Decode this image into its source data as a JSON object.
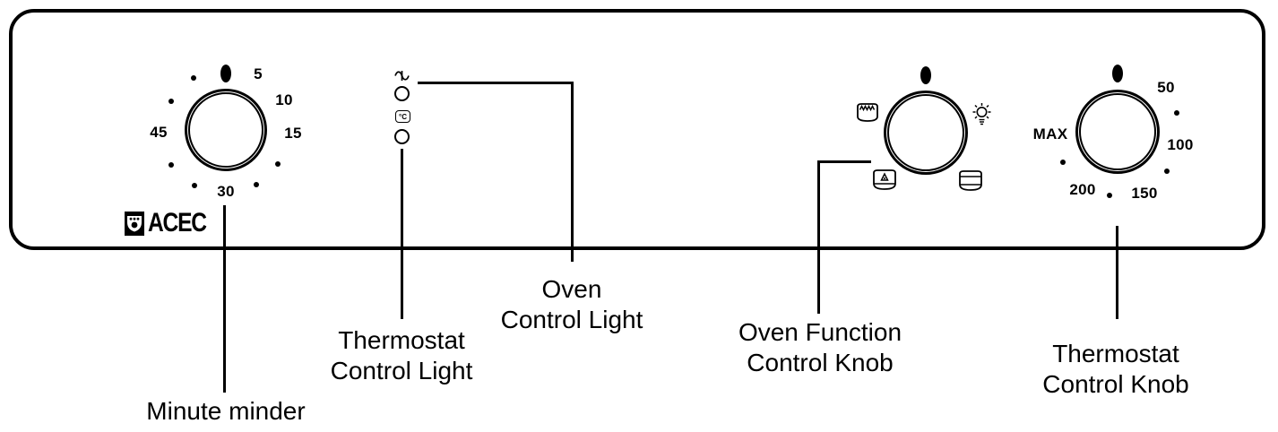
{
  "figure": {
    "subject": "oven control panel diagram"
  },
  "brand": {
    "name": "ACEC"
  },
  "knobs": {
    "minute_minder": {
      "marks": [
        "5",
        "10",
        "15",
        "30",
        "45"
      ]
    },
    "thermostat": {
      "marks": [
        "50",
        "100",
        "150",
        "200",
        "MAX"
      ]
    }
  },
  "indicators": {
    "thermostat_symbol": "°C"
  },
  "callouts": {
    "minute_minder": [
      "Minute minder"
    ],
    "thermostat_light": [
      "Thermostat",
      "Control Light"
    ],
    "oven_light": [
      "Oven",
      "Control Light"
    ],
    "oven_function_knob": [
      "Oven Function",
      "Control Knob"
    ],
    "thermostat_knob": [
      "Thermostat",
      "Control Knob"
    ]
  },
  "icons": {
    "brand_emblem": "acec-emblem-icon",
    "oven_light_symbol": "sine-wave-icon",
    "thermostat_light_symbol": "celsius-icon",
    "function_grill": "grill-icon",
    "function_lamp": "oven-lamp-icon",
    "function_fan": "fan-oven-icon",
    "function_conventional": "top-bottom-heat-icon"
  },
  "colors": {
    "ink": "#000000",
    "background": "#ffffff"
  }
}
